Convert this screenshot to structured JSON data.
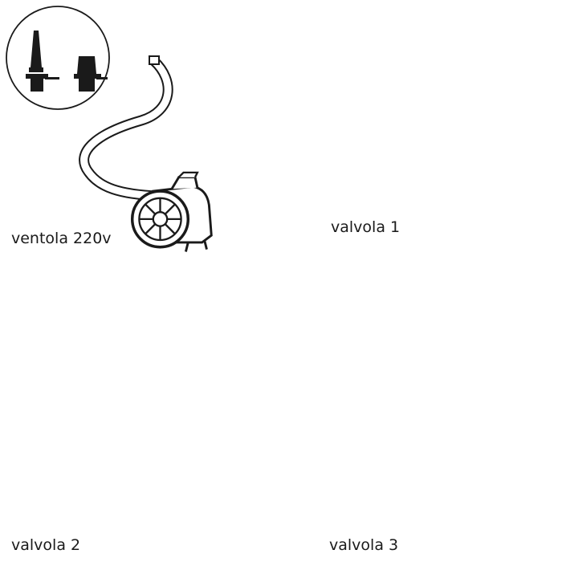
{
  "labels": {
    "fan": "ventola 220v",
    "valve1": "valvola 1",
    "valve2": "valvola 2",
    "valve3": "valvola 3"
  },
  "colors": {
    "line": "#1a1a1a",
    "arrow_red": "#d9282f",
    "valve_blue": "#2f4c7a",
    "valve_grey": "#9a9a9a",
    "background": "#ffffff"
  },
  "icons": [
    "pump-nozzle-icon",
    "pump-adapter-icon",
    "electric-pump-icon",
    "valve-rotate-icon",
    "air-mattress-icon",
    "inflatable-basket-icon",
    "inflatable-sofa-icon",
    "inflate-arrow-icon"
  ]
}
